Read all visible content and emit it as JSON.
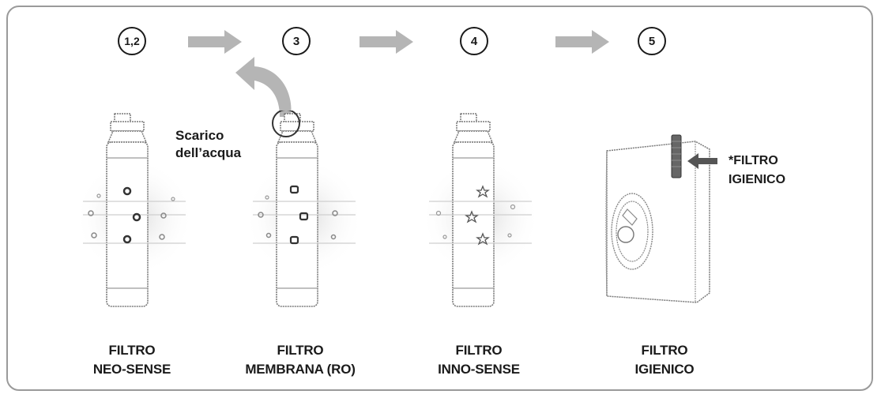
{
  "steps": [
    {
      "number": "1,2",
      "caption_line1": "FILTRO",
      "caption_line2": "NEO-SENSE"
    },
    {
      "number": "3",
      "caption_line1": "FILTRO",
      "caption_line2": "MEMBRANA (RO)"
    },
    {
      "number": "4",
      "caption_line1": "FILTRO",
      "caption_line2": "INNO-SENSE"
    },
    {
      "number": "5",
      "caption_line1": "FILTRO",
      "caption_line2": "IGIENICO"
    }
  ],
  "drain_label": {
    "line1": "Scarico",
    "line2": "dell’acqua"
  },
  "hygienic_callout": {
    "line1": "*FILTRO",
    "line2": "IGIENICO"
  },
  "colors": {
    "arrow_fill": "#b5b5b5",
    "outline": "#7a7a7a",
    "frame": "#9a9a9a",
    "text": "#1a1a1a"
  }
}
